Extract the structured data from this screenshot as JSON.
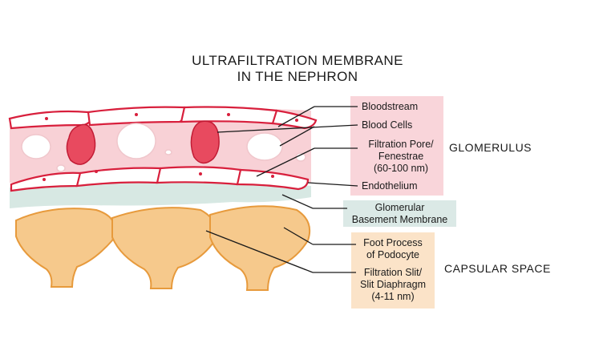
{
  "title": {
    "line1": "ULTRAFILTRATION MEMBRANE",
    "line2": "IN THE NEPHRON"
  },
  "labels": {
    "bloodstream": "Bloodstream",
    "blood_cells": "Blood Cells",
    "filtration_pore_1": "Filtration Pore/",
    "filtration_pore_2": "Fenestrae",
    "filtration_pore_3": "(60-100 nm)",
    "endothelium": "Endothelium",
    "gbm_1": "Glomerular",
    "gbm_2": "Basement Membrane",
    "foot_process_1": "Foot Process",
    "foot_process_2": "of Podocyte",
    "slit_1": "Filtration Slit/",
    "slit_2": "Slit Diaphragm",
    "slit_3": "(4-11 nm)"
  },
  "sections": {
    "glomerulus": "GLOMERULUS",
    "capsular_space": "CAPSULAR SPACE"
  },
  "colors": {
    "pink_box": "#f9d5da",
    "blue_box": "#dbe9e6",
    "orange_box": "#fbe3c8",
    "vessel_red": "#d81f3c",
    "cell_fill": "#e84a5f",
    "glomerular_pink": "#f7c9cf",
    "membrane_teal": "#d7e8e3",
    "podocyte_orange": "#f6c98c",
    "podocyte_line": "#e79a3c"
  }
}
